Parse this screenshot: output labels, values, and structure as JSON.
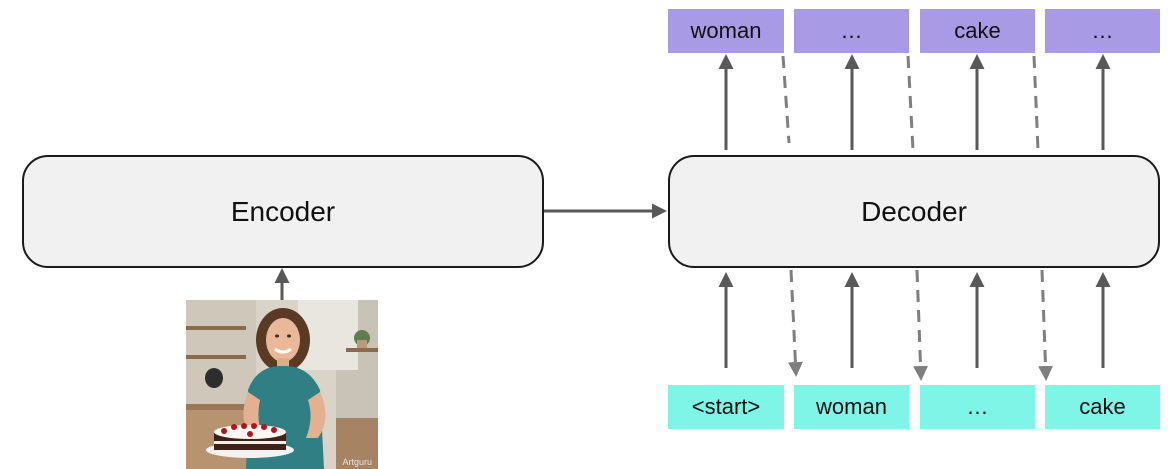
{
  "colors": {
    "output_token_bg": "#a99ae6",
    "input_token_bg": "#7ff5e8",
    "box_bg": "#f1f1f1",
    "box_border": "#1a1a1a",
    "solid_arrow": "#595959",
    "dashed_arrow": "#7f7f7f"
  },
  "encoder": {
    "label": "Encoder"
  },
  "decoder": {
    "label": "Decoder"
  },
  "output_tokens": [
    "woman",
    "…",
    "cake",
    "…"
  ],
  "input_tokens": [
    "<start>",
    "woman",
    "…",
    "cake"
  ],
  "image": {
    "description_icon": "photo-woman-holding-cake",
    "watermark": "Artguru"
  }
}
